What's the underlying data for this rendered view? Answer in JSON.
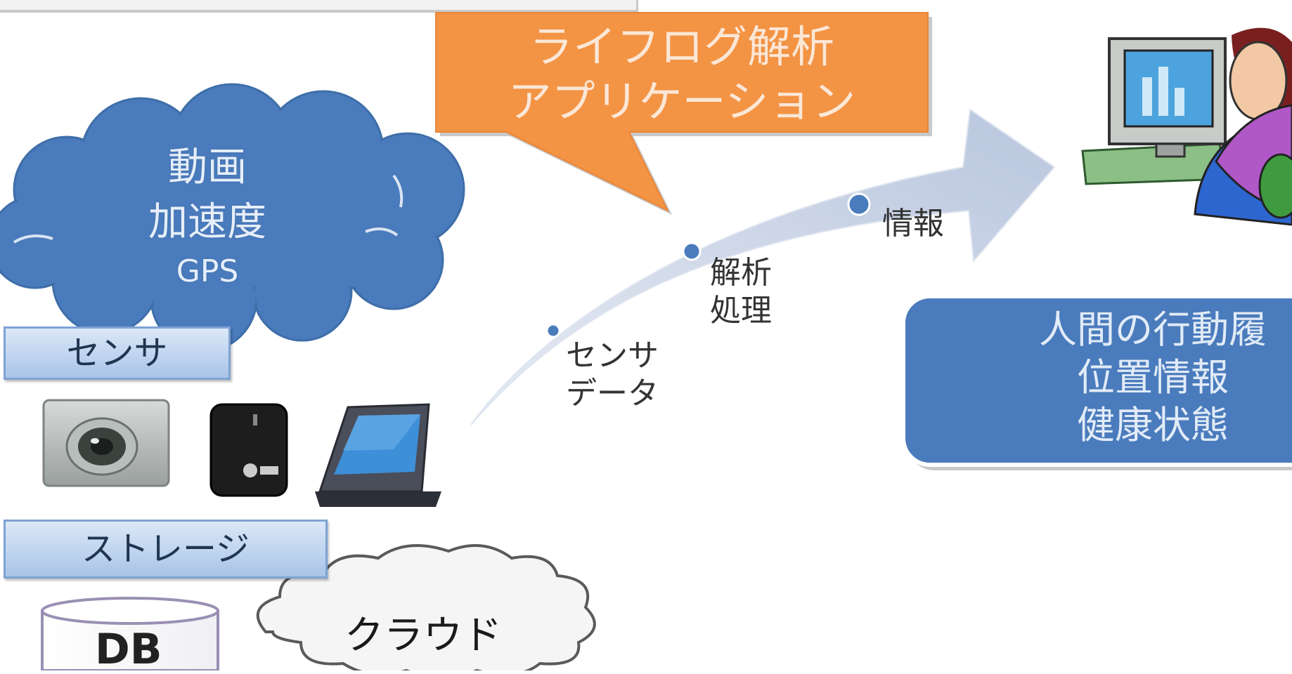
{
  "cloud": {
    "line1": "動画",
    "line2": "加速度",
    "line3": "GPS"
  },
  "sensor_label": "センサ",
  "storage_label": "ストレージ",
  "callout": {
    "line1": "ライフログ解析",
    "line2": "アプリケーション"
  },
  "arrow_labels": {
    "sensor_data_1": "センサ",
    "sensor_data_2": "データ",
    "analysis_1": "解析",
    "analysis_2": "処理",
    "info": "情報"
  },
  "result": {
    "line1": "人間の行動履",
    "line2": "位置情報",
    "line3": "健康状態"
  },
  "bottom_cloud": "クラウド",
  "db_label": "DB",
  "colors": {
    "cloud_blue": "#4a7bbc",
    "callout_orange": "#f39344",
    "result_blue": "#4a7bbc",
    "arrow": "#c9d3e6",
    "dot": "#4a7bbc"
  }
}
